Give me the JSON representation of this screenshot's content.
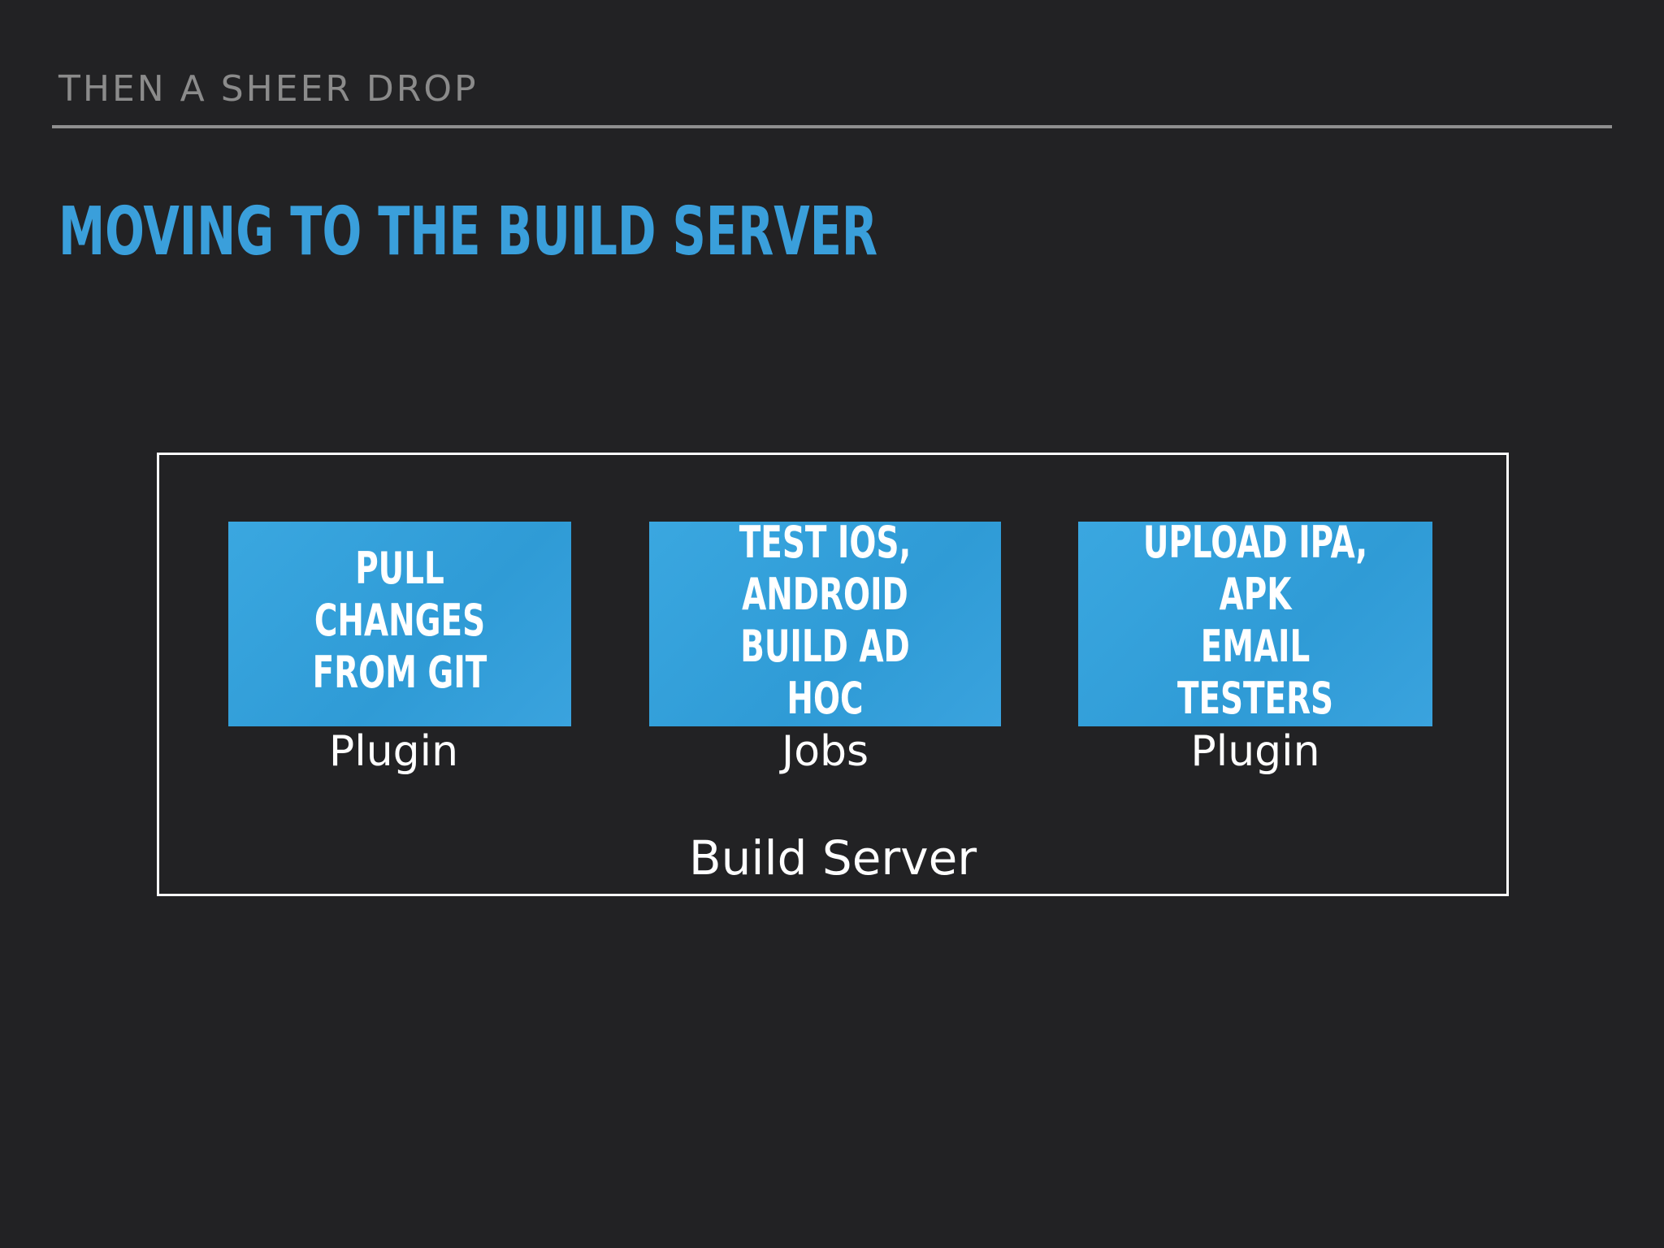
{
  "header": {
    "section_title": "THEN A SHEER DROP",
    "slide_title": "MOVING TO THE BUILD SERVER"
  },
  "diagram": {
    "container_label": "Build Server",
    "steps": [
      {
        "text": "PULL CHANGES\nFROM GIT",
        "caption": "Plugin"
      },
      {
        "text": "TEST IOS, ANDROID\nBUILD AD HOC",
        "caption": "Jobs"
      },
      {
        "text": "UPLOAD IPA, APK\nEMAIL TESTERS",
        "caption": "Plugin"
      }
    ]
  },
  "colors": {
    "background": "#222224",
    "accent": "#3a9fdb",
    "box_fill": "#35a2dc",
    "muted_text": "#8b8b8b",
    "line": "#ffffff"
  }
}
